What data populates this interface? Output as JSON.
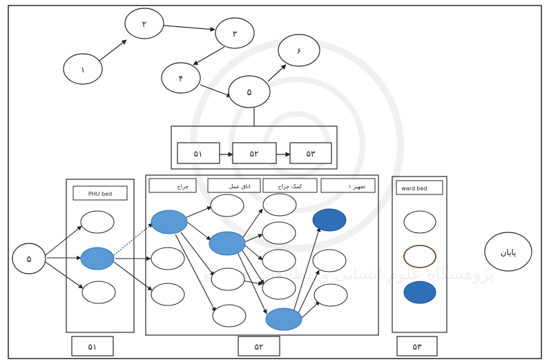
{
  "colors": {
    "stroke": "#222222",
    "fill_selected": "#5b9bd5",
    "fill_selected_dark": "#2f6fb8",
    "watermark": "#e4e4e4"
  },
  "top_graph": {
    "nodes": [
      "۱",
      "۲",
      "۳",
      "۴",
      "۵",
      "۶"
    ]
  },
  "sub_flow": {
    "nodes": [
      "۵۱",
      "۵۲",
      "۵۳"
    ]
  },
  "start_node": "۵",
  "panel_51": {
    "header": "PHU bed",
    "footer": "۵۱"
  },
  "panel_52": {
    "headers": [
      "جراح",
      "اتاق عمل",
      "کمک جراح",
      "تجهیز ۱"
    ],
    "footer": "۵۲"
  },
  "panel_53": {
    "header": "ward bed",
    "footer": "۵۳"
  },
  "end_node": "پایان",
  "watermark_text": "پژوهشگاه علوم انسانی و مطالعات فرهنگی"
}
